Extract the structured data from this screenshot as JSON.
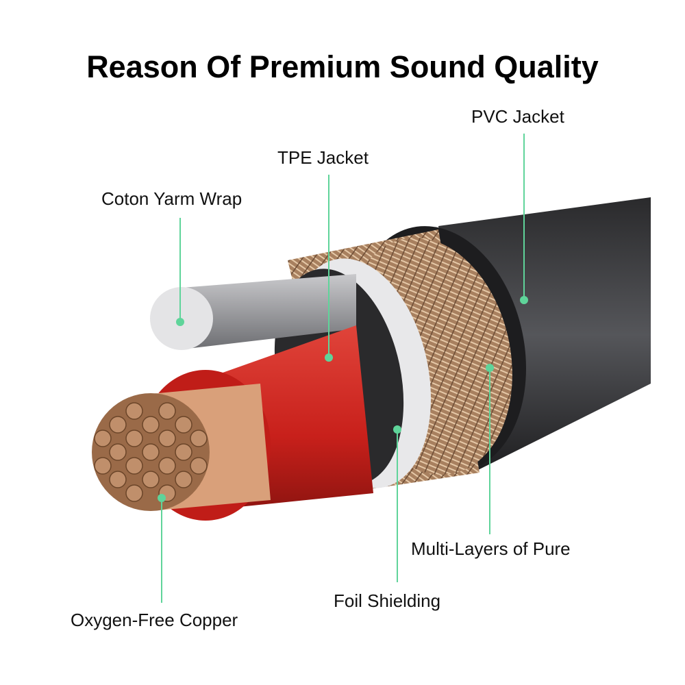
{
  "title": "Reason Of Premium Sound Quality",
  "labels": {
    "pvc": "PVC Jacket",
    "tpe": "TPE Jacket",
    "cotton": "Coton Yarm Wrap",
    "multi": "Multi-Layers of Pure",
    "foil": "Foil Shielding",
    "copper": "Oxygen-Free Copper"
  },
  "colors": {
    "leader": "#5fd49a",
    "jacket": "#3a3a3c",
    "red": "#d42a22",
    "copper": "#b07a55"
  }
}
